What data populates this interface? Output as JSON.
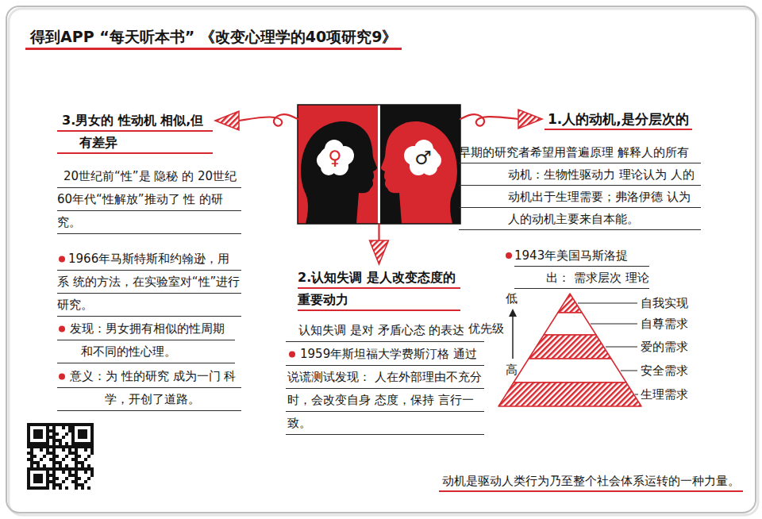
{
  "diagram": {
    "title": "得到APP “每天听本书” 《改变心理学的40项研究9》",
    "caption": "动机是驱动人类行为乃至整个社会体系运转的一种力量。",
    "nodes": [
      {
        "text": [
          "♀",
          "♂"
        ]
      },
      {
        "text": [
          "1.人的动机,是分层次的"
        ]
      },
      {
        "text": [
          "2.认知失调 是人改变态度的 重要动力"
        ]
      },
      {
        "text": [
          "3.男女的 性动机 相似,但 有差异"
        ]
      }
    ],
    "edges": [
      {
        "from": 0,
        "to": 1,
        "arrow": "to"
      },
      {
        "from": 0,
        "to": 2,
        "arrow": "to"
      },
      {
        "from": 0,
        "to": 3,
        "arrow": "to"
      }
    ],
    "labels": [
      "早期的研究者希望用普遍原理 解释人的所有 动机：生物性驱动力 理论认为 人的动机出于生理需要；弗洛伊德 认为人的动机主要来自本能。",
      "1943年美国马斯洛提出： 需求层次 理论",
      "自我实现",
      "自尊需求",
      "爱的需求",
      "安全需求",
      "生理需求",
      "低",
      "优先级",
      "高",
      "认知失调 是对 矛盾心态 的表达",
      "1959年斯坦福大学费斯汀格 通过说谎测试发现： 人在外部理由不充分时，会改变自身 态度，保持 言行一致。",
      "20世纪前“性”是 隐秘 的 20世纪60年代“性解放”推动了 性 的研究。",
      "1966年马斯特斯和约翰逊，用系 统的方法，在实验室对“性”进行 研究。",
      "发现：男女拥有相似的性周期 和不同的性心理。",
      "意义：为 性的研究 成为一门 科学，开创了道路。"
    ]
  }
}
